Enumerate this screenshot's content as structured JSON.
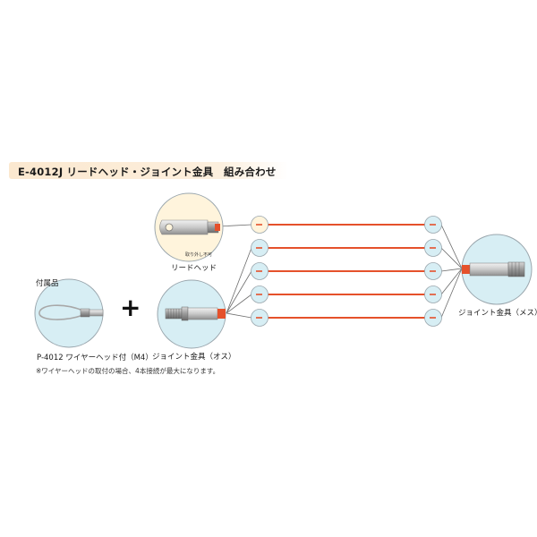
{
  "title": "E-4012J リードヘッド・ジョイント金具　組み合わせ",
  "accessory_label": "付属品",
  "lead_head": {
    "label": "リードヘッド",
    "caption": "取り外し不可"
  },
  "joint_male": {
    "label": "ジョイント金具（オス）"
  },
  "joint_female": {
    "label": "ジョイント金具（メス）"
  },
  "wire_head": {
    "label": "P-4012 ワイヤーヘッド付（M4）"
  },
  "plus_sign": "+",
  "note": "※ワイヤーヘッドの取付の場合、4本接続が最大になります。",
  "colors": {
    "title_bar": "#fbe8cf",
    "rod": "#e5512b",
    "circle_blue": "#d7eef4",
    "circle_cream": "#fff4dc",
    "circle_stroke": "#9aa6ad",
    "connector": "#6d6d6d"
  }
}
